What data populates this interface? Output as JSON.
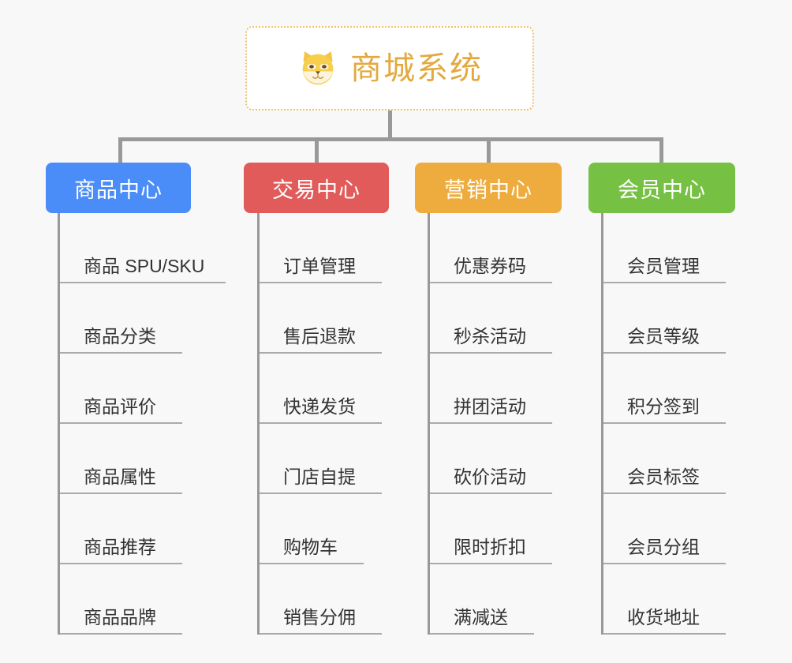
{
  "root": {
    "title": "商城系统",
    "icon": "shiba-dog-face-icon",
    "border_color": "#eec06a",
    "text_color": "#e3a93f"
  },
  "connector_color": "#999999",
  "background_color": "#f8f8f8",
  "columns": [
    {
      "id": "product-center",
      "label": "商品中心",
      "color": "#4b8df8",
      "items": [
        "商品 SPU/SKU",
        "商品分类",
        "商品评价",
        "商品属性",
        "商品推荐",
        "商品品牌"
      ]
    },
    {
      "id": "trade-center",
      "label": "交易中心",
      "color": "#e15b5b",
      "items": [
        "订单管理",
        "售后退款",
        "快递发货",
        "门店自提",
        "购物车",
        "销售分佣"
      ]
    },
    {
      "id": "marketing-center",
      "label": "营销中心",
      "color": "#eeac3f",
      "items": [
        "优惠券码",
        "秒杀活动",
        "拼团活动",
        "砍价活动",
        "限时折扣",
        "满减送"
      ]
    },
    {
      "id": "member-center",
      "label": "会员中心",
      "color": "#76c043",
      "items": [
        "会员管理",
        "会员等级",
        "积分签到",
        "会员标签",
        "会员分组",
        "收货地址"
      ]
    }
  ]
}
